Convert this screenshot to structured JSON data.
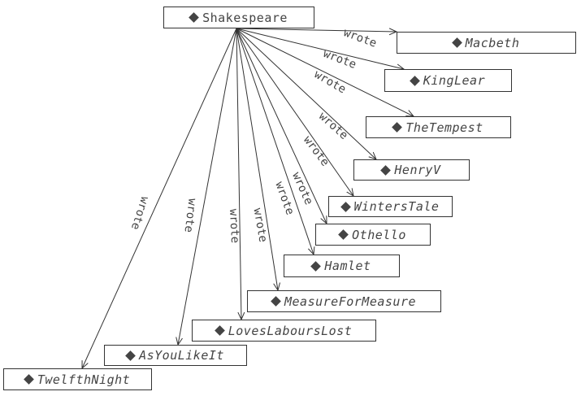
{
  "diagram": {
    "source": {
      "id": "shakespeare",
      "label": "Shakespeare"
    },
    "targets": [
      {
        "id": "macbeth",
        "label": "Macbeth"
      },
      {
        "id": "kinglear",
        "label": "KingLear"
      },
      {
        "id": "thetempest",
        "label": "TheTempest"
      },
      {
        "id": "henryv",
        "label": "HenryV"
      },
      {
        "id": "winterstale",
        "label": "WintersTale"
      },
      {
        "id": "othello",
        "label": "Othello"
      },
      {
        "id": "hamlet",
        "label": "Hamlet"
      },
      {
        "id": "measureformeasure",
        "label": "MeasureForMeasure"
      },
      {
        "id": "loveslabourslost",
        "label": "LovesLaboursLost"
      },
      {
        "id": "asyoulikeit",
        "label": "AsYouLikeIt"
      },
      {
        "id": "twelfthnight",
        "label": "TwelfthNight"
      }
    ],
    "edges": [
      {
        "from": "shakespeare",
        "to": "macbeth",
        "label": "wrote"
      },
      {
        "from": "shakespeare",
        "to": "kinglear",
        "label": "wrote"
      },
      {
        "from": "shakespeare",
        "to": "thetempest",
        "label": "wrote"
      },
      {
        "from": "shakespeare",
        "to": "henryv",
        "label": "wrote"
      },
      {
        "from": "shakespeare",
        "to": "winterstale",
        "label": "wrote"
      },
      {
        "from": "shakespeare",
        "to": "othello",
        "label": "wrote"
      },
      {
        "from": "shakespeare",
        "to": "hamlet",
        "label": "wrote"
      },
      {
        "from": "shakespeare",
        "to": "measureformeasure",
        "label": "wrote"
      },
      {
        "from": "shakespeare",
        "to": "loveslabourslost",
        "label": "wrote"
      },
      {
        "from": "shakespeare",
        "to": "asyoulikeit",
        "label": "wrote"
      },
      {
        "from": "shakespeare",
        "to": "twelfthnight",
        "label": "wrote"
      }
    ],
    "colors": {
      "stroke": "#333333",
      "text": "#444444",
      "background": "#ffffff"
    }
  }
}
